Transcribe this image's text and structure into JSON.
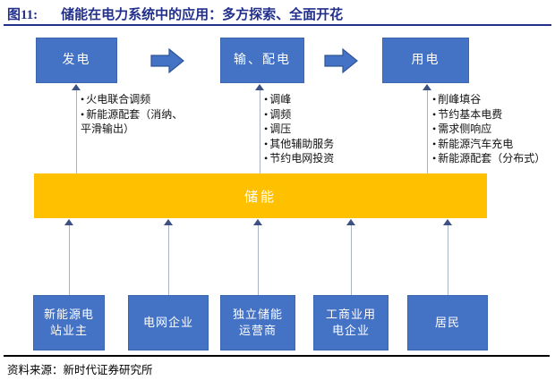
{
  "title": {
    "figure_label": "图11:",
    "text": "储能在电力系统中的应用：多方探索、全面开花"
  },
  "diagram": {
    "top_flow": [
      {
        "label": "发电"
      },
      {
        "label": "输、配电"
      },
      {
        "label": "用电"
      }
    ],
    "benefit_lists": [
      {
        "items": [
          "火电联合调频",
          "新能源配套（消纳、平滑输出）"
        ]
      },
      {
        "items": [
          "调峰",
          "调频",
          "调压",
          "其他辅助服务",
          "节约电网投资"
        ]
      },
      {
        "items": [
          "削峰填谷",
          "节约基本电费",
          "需求侧响应",
          "新能源汽车充电",
          "新能源配套（分布式）"
        ]
      }
    ],
    "storage_bar": {
      "label": "储能"
    },
    "stakeholders": [
      {
        "label": "新能源电\n站业主"
      },
      {
        "label": "电网企业"
      },
      {
        "label": "独立储能\n运营商"
      },
      {
        "label": "工商业用\n电企业"
      },
      {
        "label": "居民"
      }
    ]
  },
  "footer": {
    "source": "资料来源：新时代证券研究所"
  },
  "colors": {
    "box_blue": "#4472C4",
    "bar_yellow": "#FFC000",
    "title_navy": "#22308C",
    "arrowhead_navy": "#3E5184",
    "connector_gray": "#A9B3C6"
  }
}
